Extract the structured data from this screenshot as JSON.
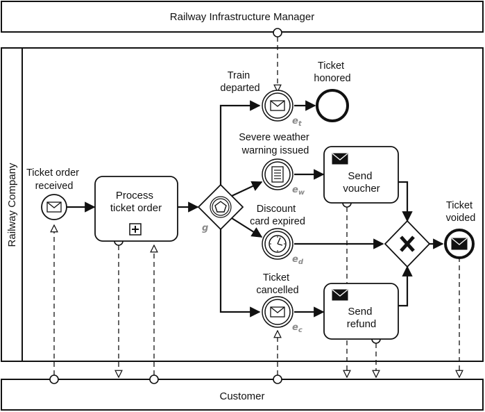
{
  "pools": {
    "top": "Railway Infrastructure Manager",
    "bottom": "Customer",
    "main_lane": "Railway Company"
  },
  "events": {
    "ticket_order_received": [
      "Ticket order",
      "received"
    ],
    "train_departed": [
      "Train",
      "departed"
    ],
    "ticket_honored": [
      "Ticket",
      "honored"
    ],
    "severe_weather": [
      "Severe weather",
      "warning issued"
    ],
    "discount_card_expired": [
      "Discount",
      "card expired"
    ],
    "ticket_cancelled": [
      "Ticket",
      "cancelled"
    ],
    "ticket_voided": [
      "Ticket",
      "voided"
    ]
  },
  "tasks": {
    "process_ticket_order": [
      "Process",
      "ticket order"
    ],
    "send_voucher": [
      "Send",
      "voucher"
    ],
    "send_refund": [
      "Send",
      "refund"
    ]
  },
  "annotations": {
    "gateway": "g",
    "e_t": {
      "base": "e",
      "sub": "t"
    },
    "e_w": {
      "base": "e",
      "sub": "w"
    },
    "e_d": {
      "base": "e",
      "sub": "d"
    },
    "e_c": {
      "base": "e",
      "sub": "c"
    }
  },
  "icons": {
    "message": "envelope-icon",
    "conditional": "document-lines-icon",
    "timer": "clock-icon",
    "event_based_gateway": "pentagon-icon",
    "exclusive_gateway": "x-icon",
    "subprocess_marker": "plus-box-icon"
  }
}
